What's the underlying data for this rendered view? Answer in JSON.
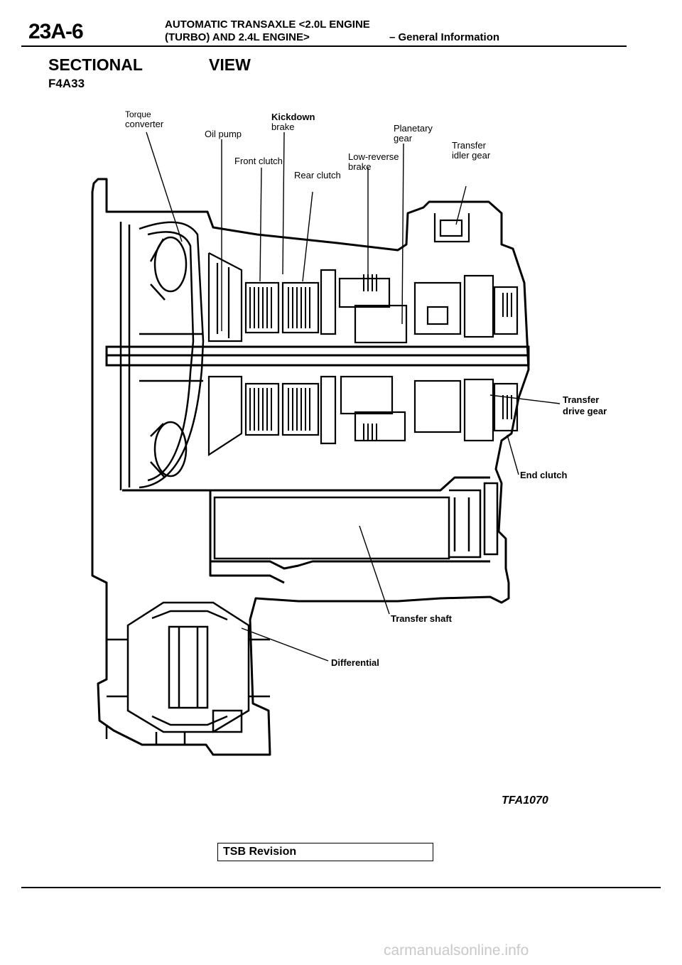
{
  "header": {
    "page_number": "23A-6",
    "title_line1": "AUTOMATIC TRANSAXLE <2.0L ENGINE",
    "title_line2": "(TURBO) AND 2.4L ENGINE>",
    "section": "– General Information"
  },
  "section_title": {
    "word1": "SECTIONAL",
    "word2": "VIEW"
  },
  "model": "F4A33",
  "labels": {
    "torque_converter_1": "Torque",
    "torque_converter_2": "converter",
    "oil_pump": "Oil pump",
    "kickdown_1": "Kickdown",
    "kickdown_2": "brake",
    "front_clutch": "Front clutch",
    "rear_clutch": "Rear clutch",
    "low_reverse_1": "Low-reverse",
    "low_reverse_2": "brake",
    "planetary_1": "Planetary",
    "planetary_2": "gear",
    "transfer_idler_1": "Transfer",
    "transfer_idler_2": "idler gear",
    "transfer_drive_1": "Transfer",
    "transfer_drive_2": "drive gear",
    "end_clutch": "End clutch",
    "transfer_shaft": "Transfer shaft",
    "differential": "Differential"
  },
  "figure_id": "TFA1070",
  "footer": {
    "tsb": "TSB Revision"
  },
  "watermark": "carmanualsonline.info"
}
